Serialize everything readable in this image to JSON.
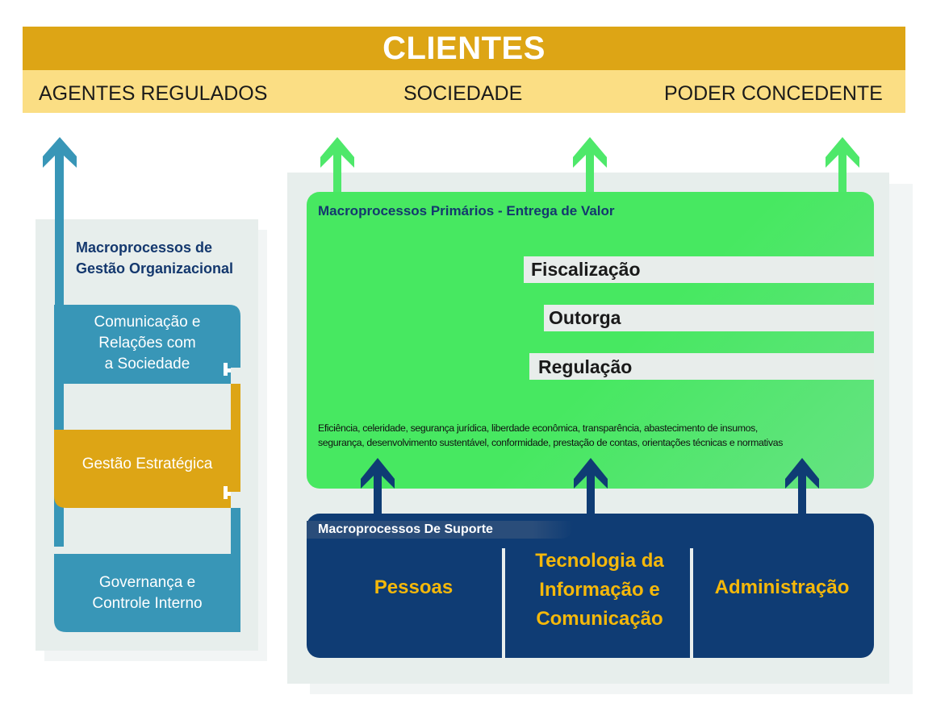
{
  "clients": {
    "title": "CLIENTES",
    "groups": [
      "AGENTES REGULADOS",
      "SOCIEDADE",
      "PODER CONCEDENTE"
    ]
  },
  "organizational": {
    "title_line1": "Macroprocessos de",
    "title_line2": "Gestão Organizacional",
    "boxes": [
      {
        "lines": [
          "Comunicação e",
          "Relações com",
          "a Sociedade"
        ],
        "color": "#3896b7"
      },
      {
        "lines": [
          "Gestão Estratégica"
        ],
        "color": "#dda515"
      },
      {
        "lines": [
          "Governança e",
          "Controle Interno"
        ],
        "color": "#3896b7"
      }
    ]
  },
  "primary": {
    "title": "Macroprocessos Primários - Entrega de Valor",
    "processes": [
      "Fiscalização",
      "Outorga",
      "Regulação"
    ],
    "values_line1": "Eficiência, celeridade, segurança jurídica, liberdade econômica, transparência, abastecimento de insumos,",
    "values_line2": "segurança, desenvolvimento sustentável, conformidade, prestação de contas, orientações técnicas e normativas",
    "color": "#47e861"
  },
  "support": {
    "title": "Macroprocessos De Suporte",
    "areas": [
      {
        "lines": [
          "Pessoas"
        ]
      },
      {
        "lines": [
          "Tecnologia da",
          "Informação e",
          "Comunicação"
        ]
      },
      {
        "lines": [
          "Administração"
        ]
      }
    ],
    "color": "#0f3c74",
    "text_color": "#f5b80a"
  },
  "colors": {
    "header_dark": "#dda515",
    "header_light": "#fbde84",
    "arrow_green": "#4ee86a",
    "arrow_teal": "#3896b7",
    "arrow_navy": "#0f3c74"
  }
}
